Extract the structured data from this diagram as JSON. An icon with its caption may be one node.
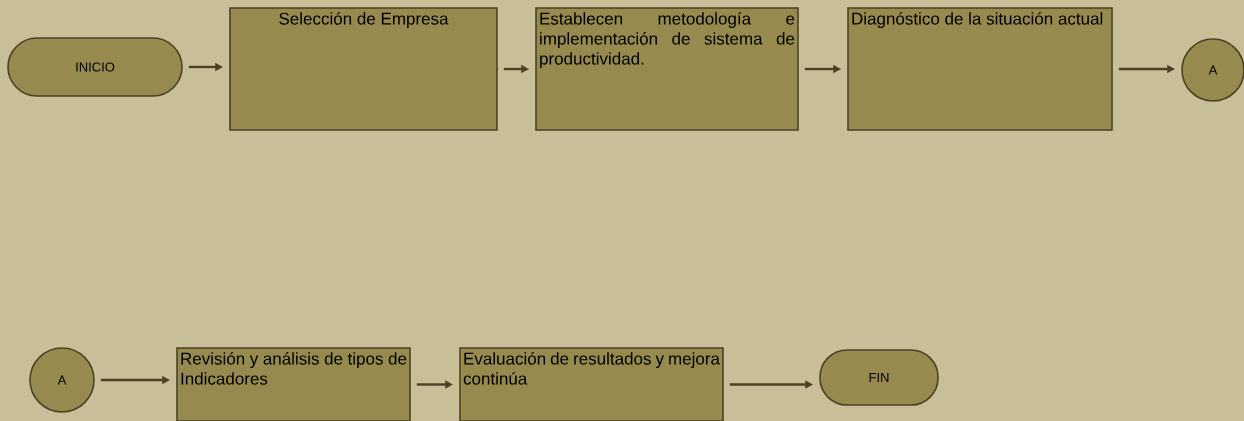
{
  "diagram": {
    "nodes": [
      {
        "text": [
          "INICIO"
        ]
      },
      {
        "text": [
          "Selección de Empresa"
        ]
      },
      {
        "text": [
          "Establecen metodología e implementación de sistema de productividad."
        ]
      },
      {
        "text": [
          "Diagnóstico de la situación actual"
        ]
      },
      {
        "text": [
          "A"
        ]
      },
      {
        "text": [
          "A"
        ]
      },
      {
        "text": [
          "Revisión y análisis de tipos de Indicadores"
        ]
      },
      {
        "text": [
          "Evaluación de resultados y mejora continúa"
        ]
      },
      {
        "text": [
          "FIN"
        ]
      }
    ],
    "edges": [
      {
        "from": 0,
        "to": 1,
        "arrow": "to"
      },
      {
        "from": 1,
        "to": 2,
        "arrow": "to"
      },
      {
        "from": 2,
        "to": 3,
        "arrow": "to"
      },
      {
        "from": 3,
        "to": 4,
        "arrow": "to"
      },
      {
        "from": 5,
        "to": 6,
        "arrow": "to"
      },
      {
        "from": 6,
        "to": 7,
        "arrow": "to"
      },
      {
        "from": 7,
        "to": 8,
        "arrow": "to"
      }
    ]
  }
}
